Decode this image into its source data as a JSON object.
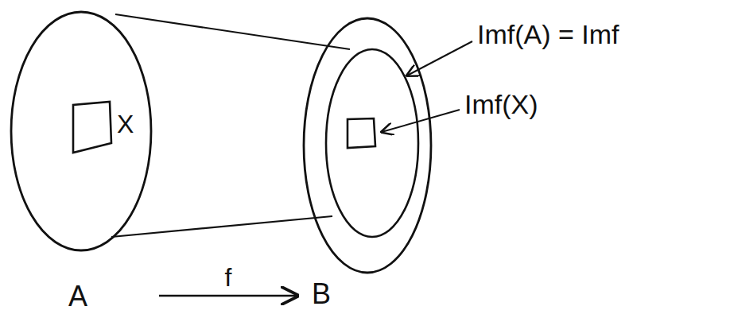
{
  "diagram": {
    "nodes": [
      {
        "text": [
          "A"
        ]
      },
      {
        "text": [
          "B"
        ]
      }
    ],
    "edges": [
      {
        "from": 0,
        "to": 1,
        "label": "f",
        "arrow": "to"
      }
    ],
    "labels": [
      "X",
      "Imf(A) = Imf",
      "Imf(X)"
    ]
  }
}
